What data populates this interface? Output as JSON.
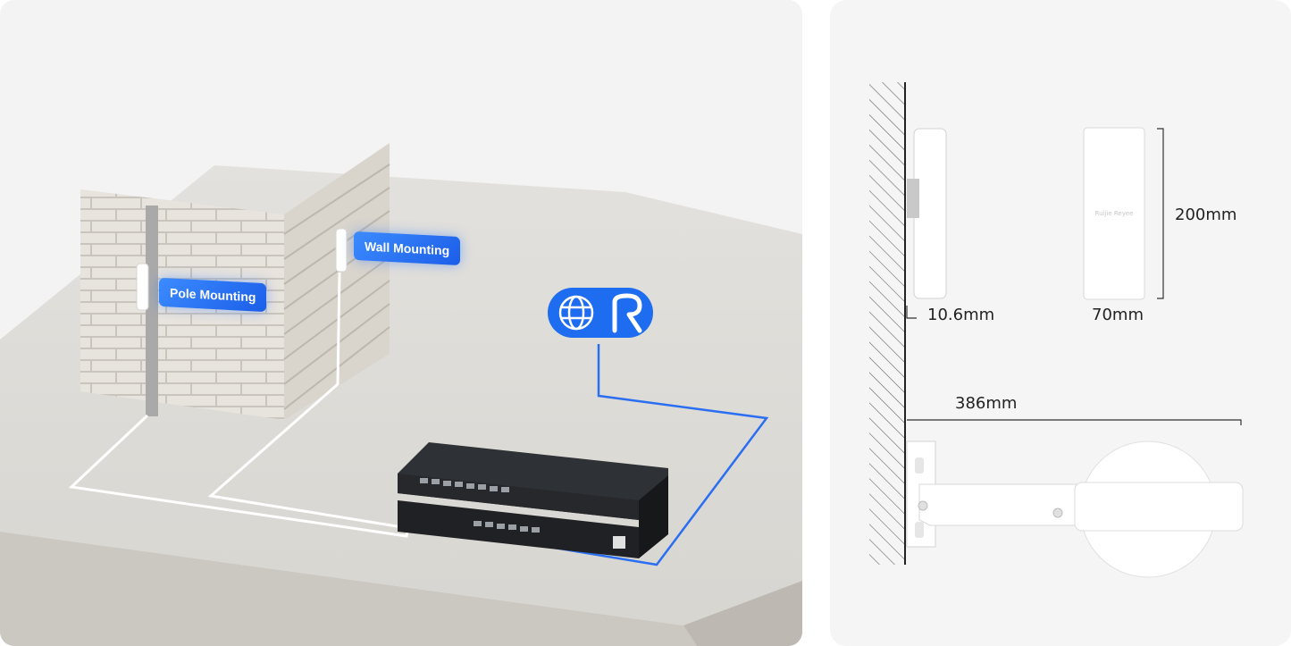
{
  "installation": {
    "pole_label": "Pole Mounting",
    "wall_label": "Wall Mounting",
    "icons": [
      "globe-icon",
      "ruijie-cloud-icon"
    ],
    "colors": {
      "accent": "#1e6cf0",
      "cable_blue": "#2a6ef2",
      "cable_white": "#ffffff"
    }
  },
  "dimensions": {
    "depth": "10.6mm",
    "width": "70mm",
    "height": "200mm",
    "arm_length": "386mm"
  },
  "device": {
    "brand_mark": "Ruijie Reyee"
  }
}
